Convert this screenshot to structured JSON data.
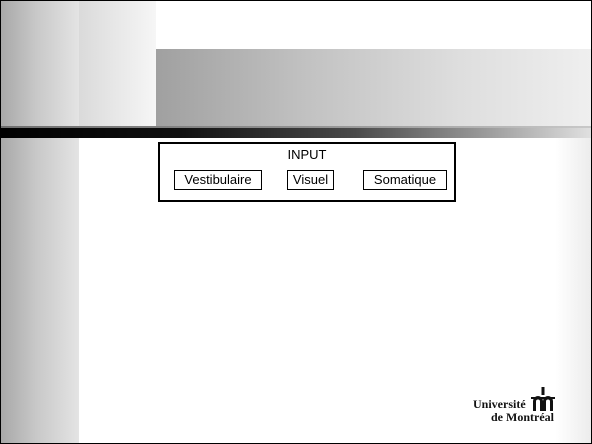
{
  "diagram": {
    "title": "INPUT",
    "inputs": [
      {
        "label": "Vestibulaire"
      },
      {
        "label": "Visuel"
      },
      {
        "label": "Somatique"
      }
    ]
  },
  "logo": {
    "line1": "Université",
    "line2": "de Montréal"
  },
  "colors": {
    "band_dark": "#000000",
    "band_gray": "#a0a0a0",
    "background": "#ffffff"
  }
}
